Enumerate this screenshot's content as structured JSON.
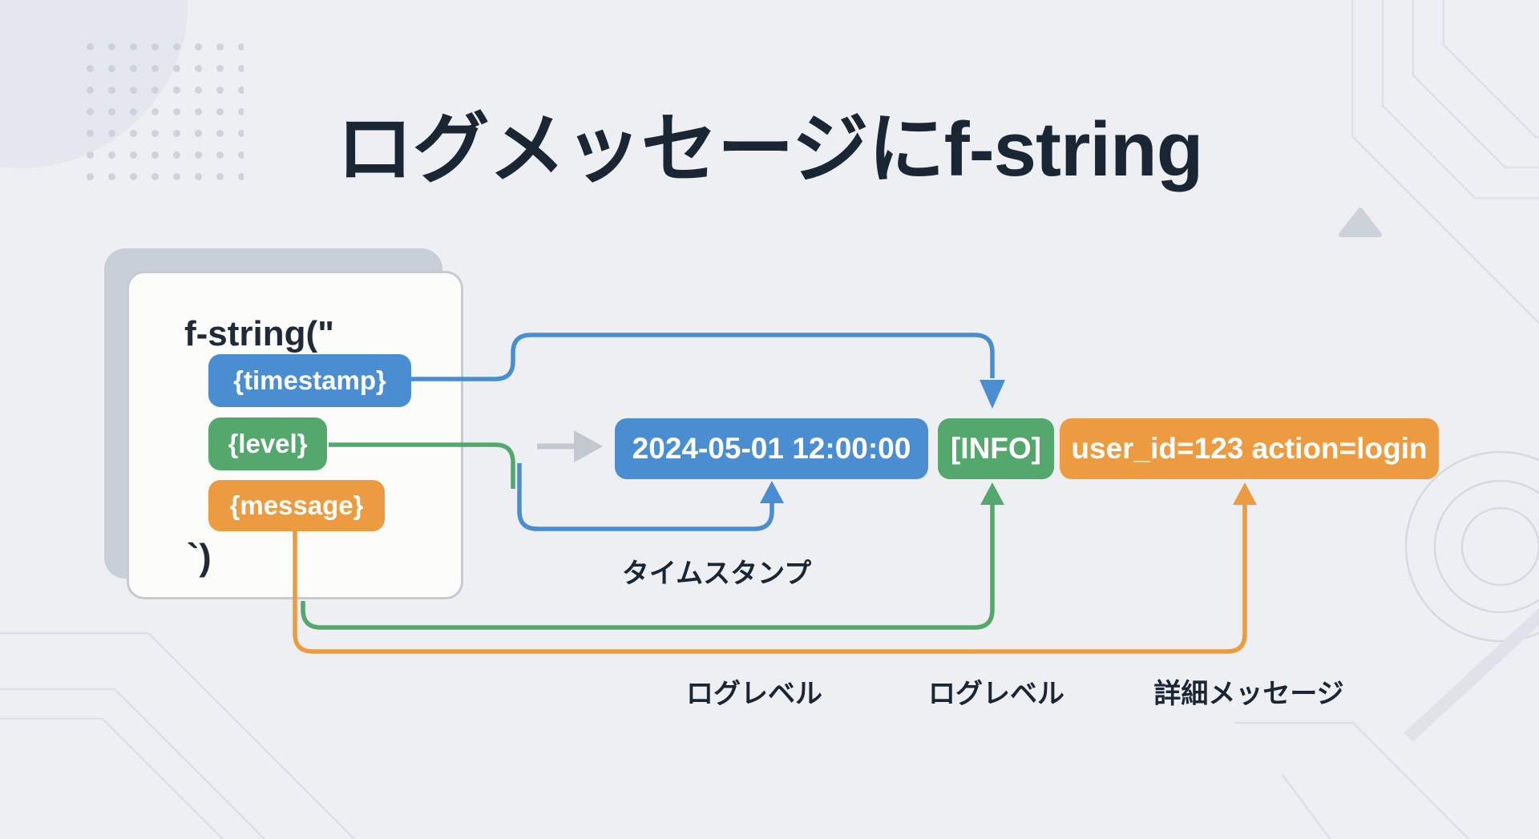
{
  "title": "ログメッセージにf-string",
  "card": {
    "code_open": "f-string(\"",
    "code_close": "`)",
    "placeholders": [
      {
        "label": "{timestamp}",
        "color": "#4a8dd0"
      },
      {
        "label": "{level}",
        "color": "#55a86d"
      },
      {
        "label": "{message}",
        "color": "#ec9b40"
      }
    ]
  },
  "output": {
    "badges": [
      {
        "label": "2024-05-01 12:00:00",
        "color": "#4a8dd0"
      },
      {
        "label": "[INFO]",
        "color": "#55a86d"
      },
      {
        "label": "user_id=123 action=login",
        "color": "#ec9b40"
      }
    ]
  },
  "annotations": {
    "timestamp": "タイムスタンプ",
    "log_level_left": "ログレベル",
    "log_level_right": "ログレベル",
    "detail_message": "詳細メッセージ"
  },
  "icons": {
    "flow_arrow": "right-arrow"
  },
  "colors": {
    "background": "#edeff3",
    "heading_text": "#1b2634",
    "blue": "#4a8dd0",
    "green": "#55a86d",
    "orange": "#ec9b40",
    "card_background": "#fcfcfa",
    "card_border": "#c6cbd3",
    "card_shadow": "#c9cfd8",
    "flow_arrow_gray": "#c3c8d0",
    "decoration_line": "#dce0e7"
  }
}
